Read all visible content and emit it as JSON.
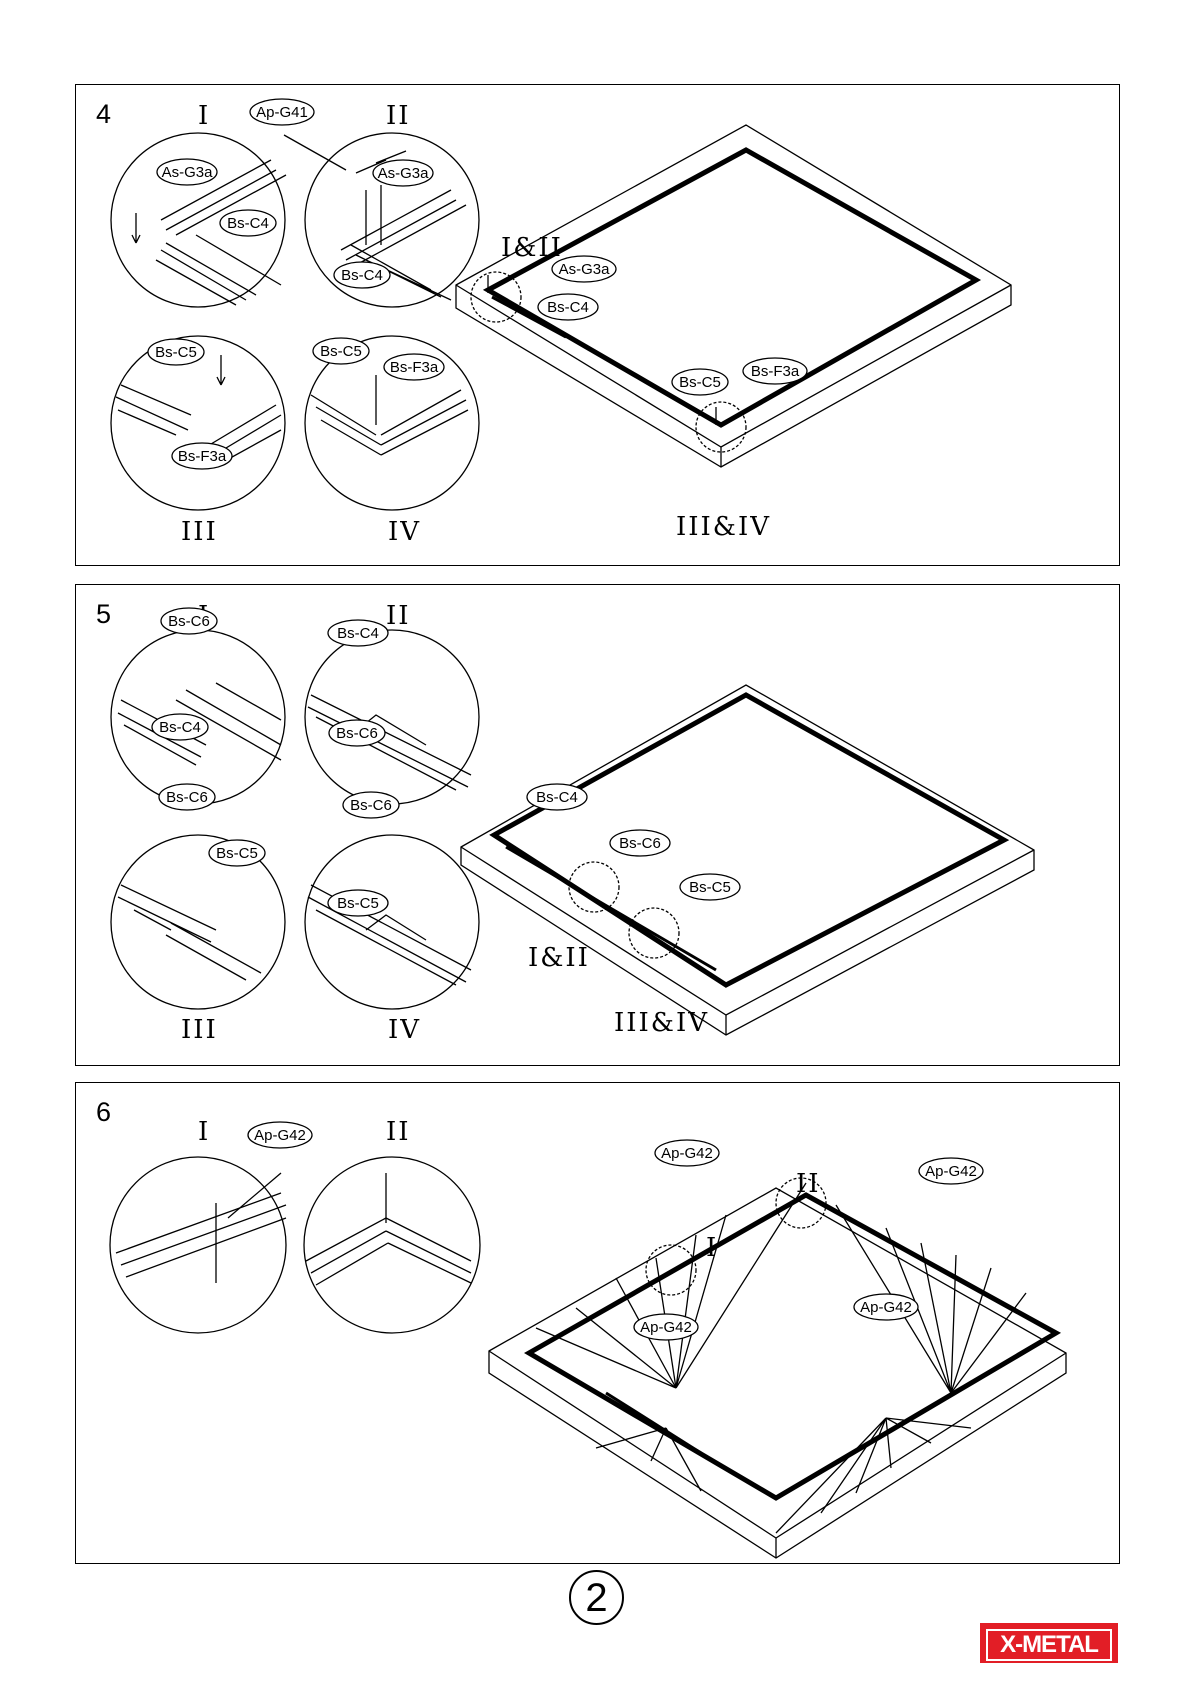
{
  "steps": [
    {
      "number": "4",
      "details": [
        "I",
        "II",
        "III",
        "IV"
      ],
      "callouts": {
        "main_top": "I&II",
        "main_bottom": "III&IV"
      },
      "parts": {
        "d1_a": "As-G3a",
        "d1_b": "Bs-C4",
        "d2_screw": "Ap-G41",
        "d2_a": "As-G3a",
        "d2_b": "Bs-C4",
        "d3_a": "Bs-C5",
        "d3_b": "Bs-F3a",
        "d4_a": "Bs-C5",
        "d4_b": "Bs-F3a",
        "m_a": "As-G3a",
        "m_b": "Bs-C4",
        "m_c": "Bs-C5",
        "m_d": "Bs-F3a"
      }
    },
    {
      "number": "5",
      "details": [
        "I",
        "II",
        "III",
        "IV"
      ],
      "callouts": {
        "main_top": "I&II",
        "main_bottom": "III&IV"
      },
      "parts": {
        "d1_a": "Bs-C6",
        "d1_b": "Bs-C4",
        "d2_a": "Bs-C4",
        "d2_b": "Bs-C6",
        "d3_a": "Bs-C6",
        "d3_b": "Bs-C5",
        "d4_a": "Bs-C6",
        "d4_b": "Bs-C5",
        "m_a": "Bs-C4",
        "m_b": "Bs-C6",
        "m_c": "Bs-C5"
      }
    },
    {
      "number": "6",
      "details": [
        "I",
        "II"
      ],
      "callouts": {
        "main_i": "I",
        "main_ii": "II"
      },
      "parts": {
        "d1_screw": "Ap-G42",
        "m_1": "Ap-G42",
        "m_2": "Ap-G42",
        "m_3": "Ap-G42",
        "m_4": "Ap-G42"
      }
    }
  ],
  "page_number": "2",
  "brand": {
    "name": "X-METAL",
    "color": "#e21e26"
  }
}
